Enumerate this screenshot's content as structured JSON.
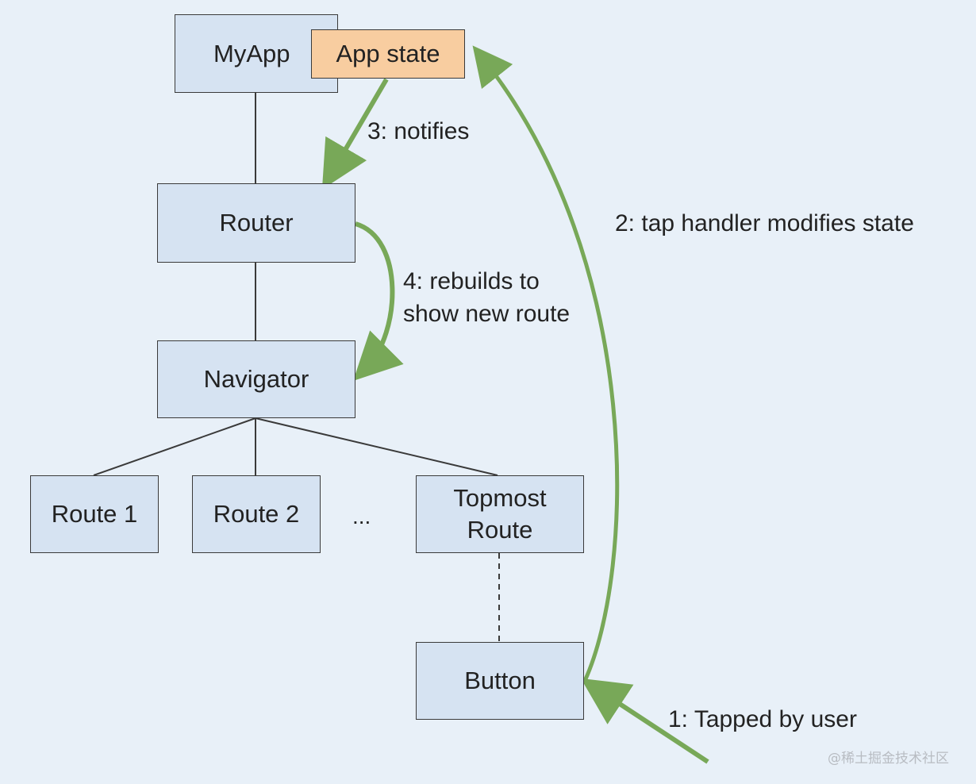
{
  "diagram": {
    "colors": {
      "background": "#e8f0f8",
      "node_fill": "#d6e3f2",
      "node_border": "#3a3a3a",
      "accent_fill": "#f8cda0",
      "arrow": "#78a858",
      "connector": "#3a3a3a"
    },
    "nodes": {
      "myapp": "MyApp",
      "app_state": "App state",
      "router": "Router",
      "navigator": "Navigator",
      "route1": "Route 1",
      "route2": "Route 2",
      "ellipsis": "...",
      "topmost_route": "Topmost\nRoute",
      "button": "Button"
    },
    "annotations": {
      "step1": "1: Tapped by user",
      "step2": "2: tap handler modifies state",
      "step3": "3: notifies",
      "step4": "4: rebuilds to\nshow new route"
    },
    "edges": [
      {
        "from": "myapp",
        "to": "router",
        "style": "solid"
      },
      {
        "from": "router",
        "to": "navigator",
        "style": "solid"
      },
      {
        "from": "navigator",
        "to": "route1",
        "style": "solid"
      },
      {
        "from": "navigator",
        "to": "route2",
        "style": "solid"
      },
      {
        "from": "navigator",
        "to": "topmost_route",
        "style": "solid"
      },
      {
        "from": "topmost_route",
        "to": "button",
        "style": "dashed"
      }
    ],
    "flows": [
      {
        "from": "user",
        "to": "button",
        "label": "1: Tapped by user"
      },
      {
        "from": "button",
        "to": "app_state",
        "label": "2: tap handler modifies state"
      },
      {
        "from": "app_state",
        "to": "router",
        "label": "3: notifies"
      },
      {
        "from": "router",
        "to": "navigator",
        "label": "4: rebuilds to show new route"
      }
    ]
  },
  "watermark": "@稀土掘金技术社区"
}
